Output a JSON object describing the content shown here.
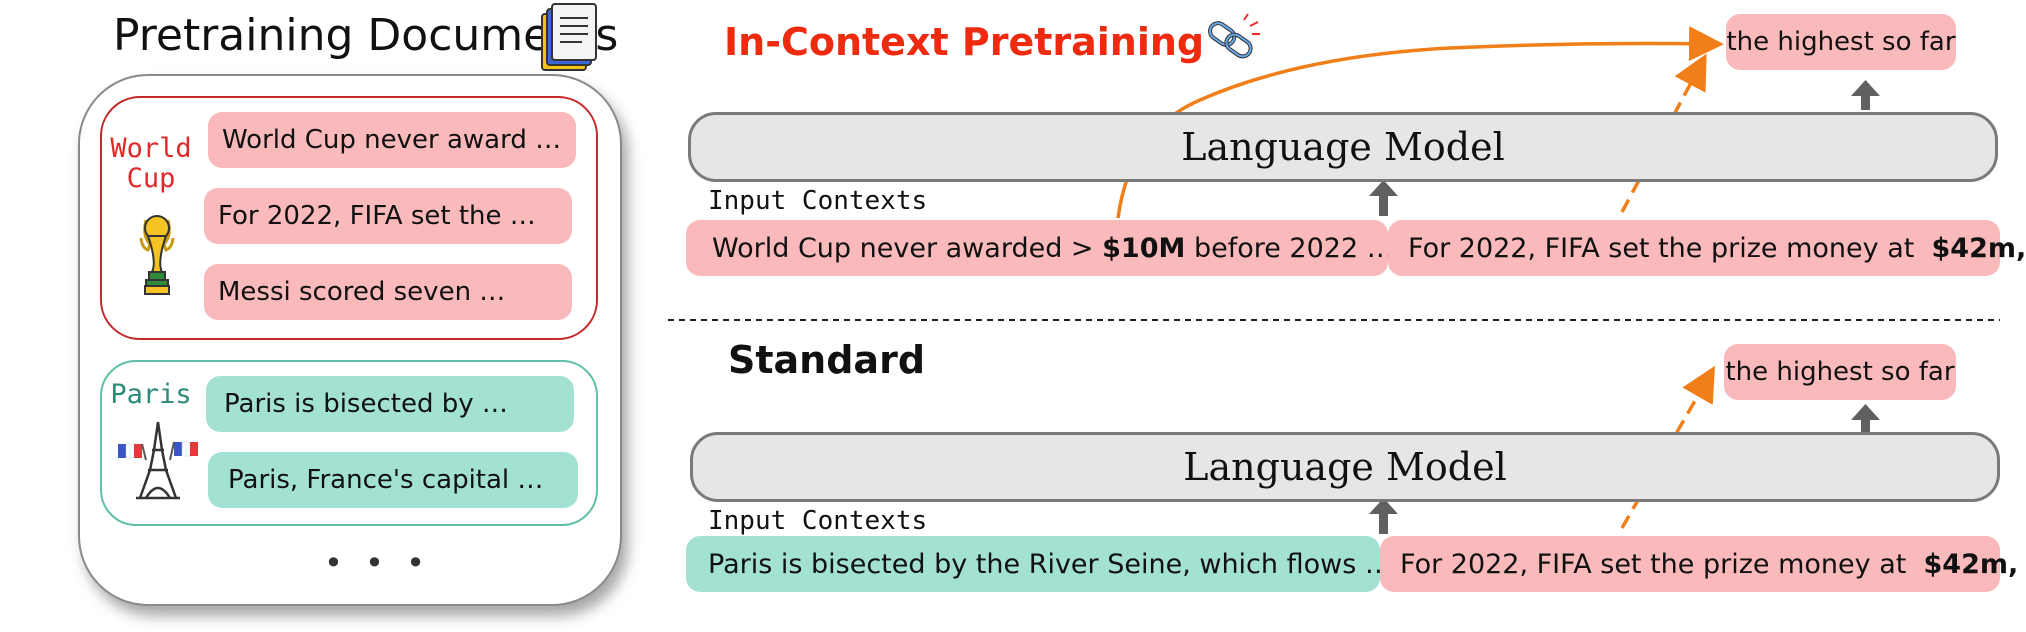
{
  "left_panel": {
    "title": "Pretraining Documents",
    "groups": [
      {
        "label_lines": [
          "World",
          "Cup"
        ],
        "color": "#c42a2a",
        "docs": [
          "World Cup never award …",
          "For 2022, FIFA set the …",
          "Messi scored seven …"
        ]
      },
      {
        "label_lines": [
          "Paris"
        ],
        "color": "#2b8a78",
        "docs": [
          "Paris is bisected by …",
          "Paris, France's capital …"
        ]
      }
    ],
    "ellipsis": "• • •"
  },
  "in_context": {
    "heading": "In-Context Pretraining",
    "lm_label": "Language Model",
    "input_label": "Input Contexts",
    "context_a": {
      "pre": "World Cup never awarded > ",
      "bold": "$10M",
      "post": " before 2022 …"
    },
    "context_b": {
      "pre": "For 2022, FIFA set the prize money at  ",
      "bold": "$42m,"
    },
    "output": "the highest so far"
  },
  "standard": {
    "heading": "Standard",
    "lm_label": "Language Model",
    "input_label": "Input Contexts",
    "context_a": {
      "pre": "Paris is bisected by the River Seine, which flows …"
    },
    "context_b": {
      "pre": "For 2022, FIFA set the prize money at  ",
      "bold": "$42m,"
    },
    "output": "the highest so far"
  },
  "colors": {
    "pink": "#fab9bb",
    "mint": "#a3e2d3",
    "accent_red": "#ee2a0f",
    "arrow_orange": "#f07f1a",
    "arrow_gray": "#606060"
  },
  "icons": [
    "document-stack-icon",
    "link-chain-icon",
    "trophy-icon",
    "eiffel-tower-icon"
  ]
}
